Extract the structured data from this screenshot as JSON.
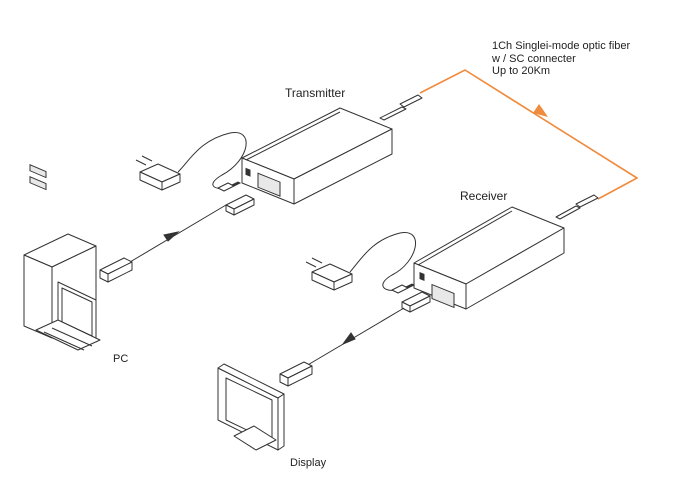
{
  "labels": {
    "transmitter": "Transmitter",
    "receiver": "Receiver",
    "pc": "PC",
    "display": "Display"
  },
  "fiber_note": {
    "line1": "1Ch Singlei-mode optic fiber",
    "line2": "w / SC connecter",
    "line3": "Up to 20Km"
  },
  "colors": {
    "fiber": "#f08a3c",
    "outline": "#333333"
  }
}
